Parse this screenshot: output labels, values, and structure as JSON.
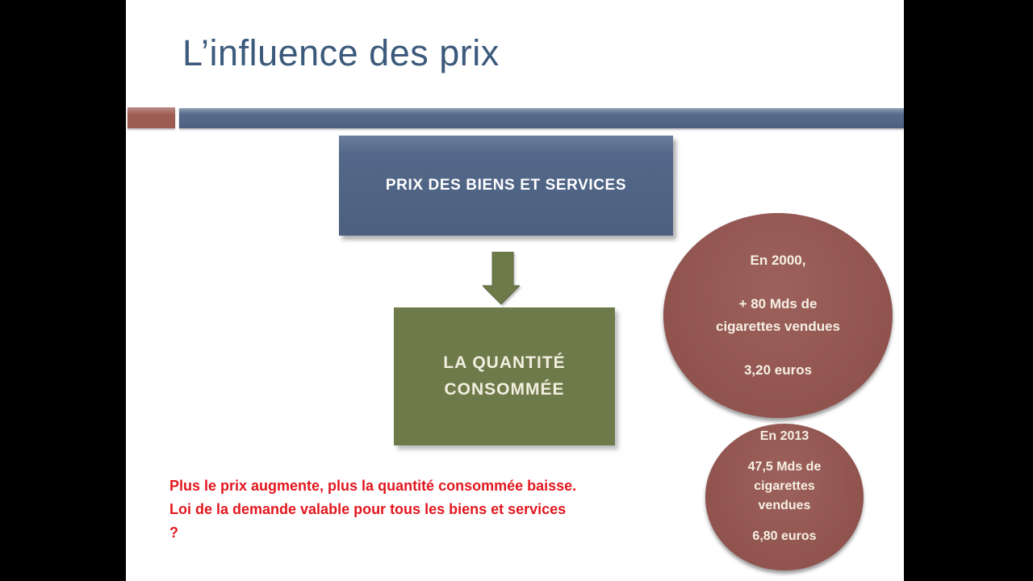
{
  "slide": {
    "title": "L’influence des prix",
    "price_box": {
      "label": "PRIX DES BIENS ET SERVICES"
    },
    "quantity_box": {
      "line1": "LA QUANTITÉ",
      "line2": "CONSOMMÉE"
    },
    "bubble_2000": {
      "heading": "En 2000,",
      "body_line1": "+ 80 Mds de",
      "body_line2": "cigarettes vendues",
      "price": "3,20 euros"
    },
    "bubble_2013": {
      "heading": "En 2013",
      "body_line1": "47,5 Mds de",
      "body_line2": "cigarettes",
      "body_line3": "vendues",
      "price": "6,80 euros"
    },
    "note": {
      "line1": "Plus le prix augmente, plus la quantité consommée baisse.",
      "line2": "Loi de la demande valable pour tous les biens et services",
      "line3": "?"
    }
  },
  "colors": {
    "letterbox": "#000000",
    "slide-bg": "#ffffff",
    "title-text": "#3c5a7c",
    "divider-blue": "#566b8d",
    "divider-brown": "#9e5b53",
    "price-box-fill": "#53688a",
    "quantity-box-fill": "#6f7a4b",
    "arrow-green": "#6f7a4b",
    "bubble-fill": "#95544f",
    "bubble-text": "#f6f1e3",
    "box-text": "#ffffff",
    "cream-text": "#f2efdf",
    "note-red": "#e2171e"
  }
}
